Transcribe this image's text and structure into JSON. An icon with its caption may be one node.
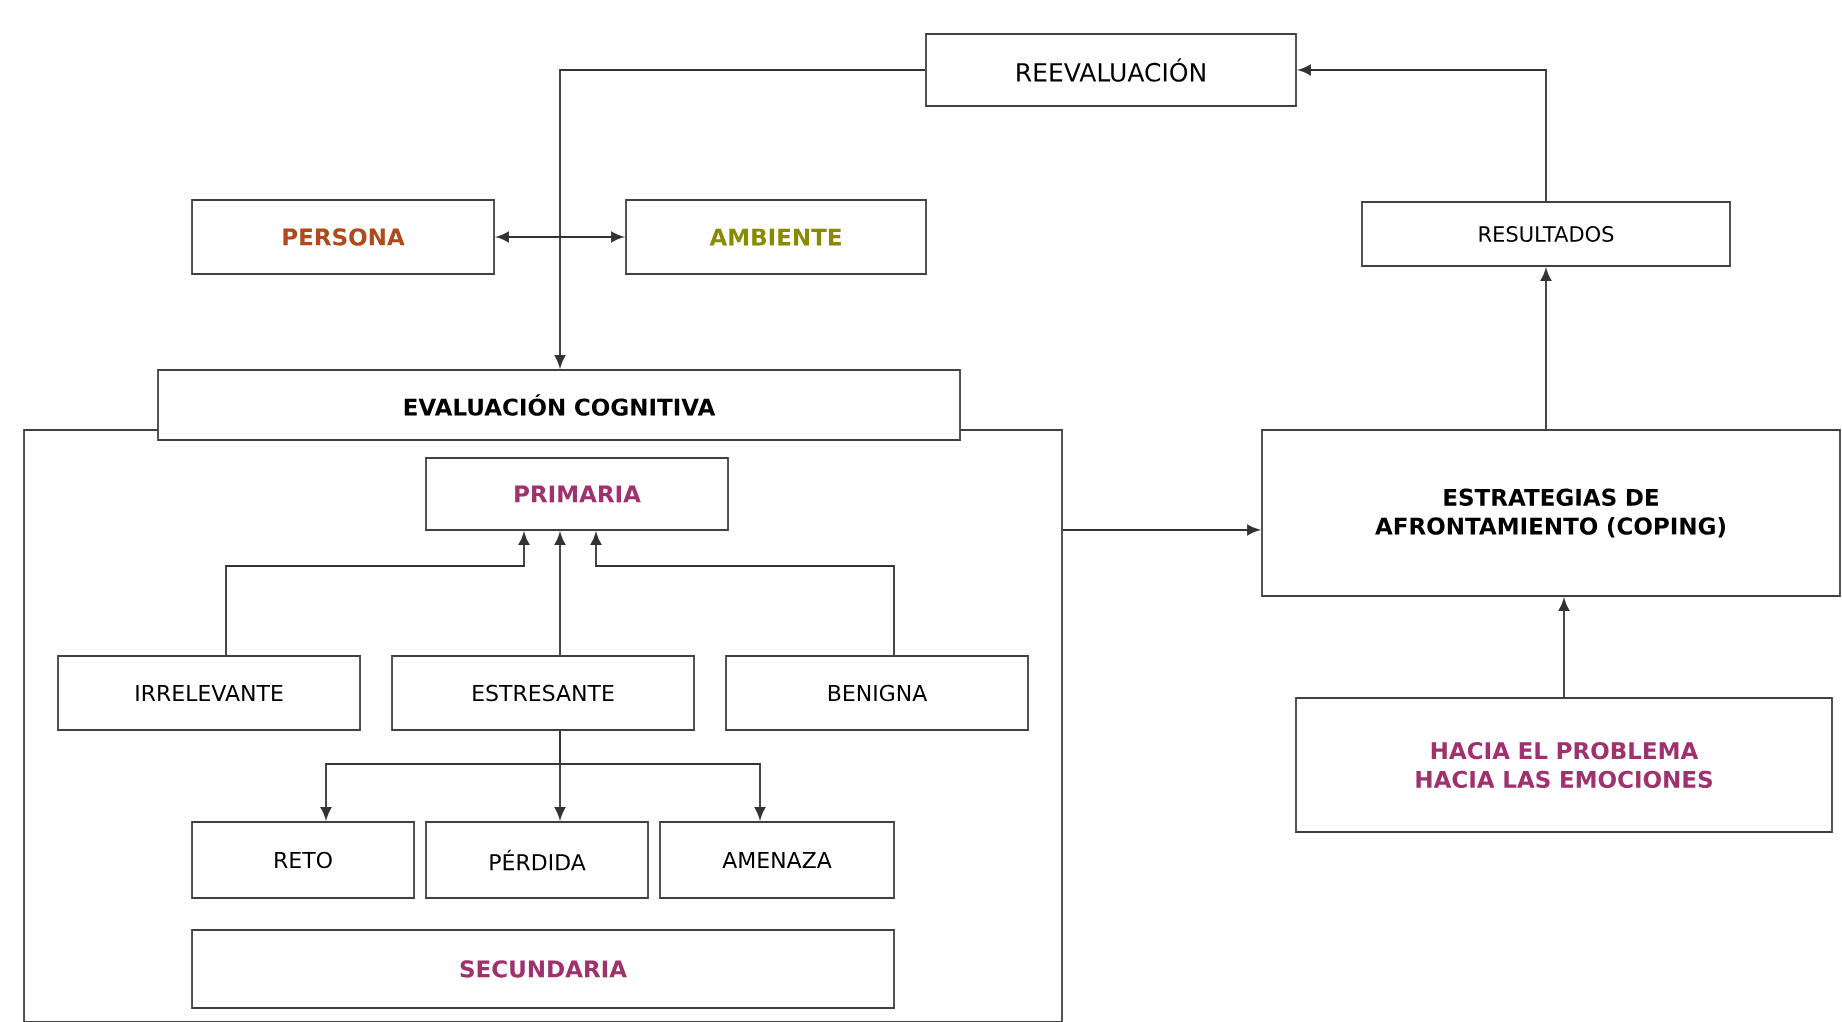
{
  "diagram": {
    "nodes": [
      {
        "text": [
          "REEVALUACIÓN"
        ]
      },
      {
        "text": [
          "PERSONA"
        ]
      },
      {
        "text": [
          "AMBIENTE"
        ]
      },
      {
        "text": [
          "RESULTADOS"
        ]
      },
      {
        "text": [
          "EVALUACIÓN COGNITIVA"
        ]
      },
      {
        "text": [],
        "shape": "box"
      },
      {
        "text": [
          "PRIMARIA"
        ],
        "in": 5
      },
      {
        "text": [
          "ESTRATEGIAS DE AFRONTAMIENTO (COPING)"
        ]
      },
      {
        "text": [
          "IRRELEVANTE"
        ],
        "in": 5
      },
      {
        "text": [
          "ESTRESANTE"
        ],
        "in": 5
      },
      {
        "text": [
          "BENIGNA"
        ],
        "in": 5
      },
      {
        "text": [
          "HACIA EL PROBLEMA",
          "HACIA LAS EMOCIONES"
        ]
      },
      {
        "text": [
          "RETO"
        ],
        "in": 5
      },
      {
        "text": [
          "PÉRDIDA"
        ],
        "in": 5
      },
      {
        "text": [
          "AMENAZA"
        ],
        "in": 5
      },
      {
        "text": [
          "SECUNDARIA"
        ],
        "in": 5
      }
    ],
    "edges": [
      {
        "from": 0,
        "to": 4,
        "arrow": "to"
      },
      {
        "from": 1,
        "to": 2,
        "arrow": "both"
      },
      {
        "from": 3,
        "to": 0,
        "arrow": "to"
      },
      {
        "from": 7,
        "to": 3,
        "arrow": "to"
      },
      {
        "from": 5,
        "to": 7,
        "arrow": "to"
      },
      {
        "from": 11,
        "to": 7,
        "arrow": "to"
      },
      {
        "from": 8,
        "to": 6,
        "arrow": "to"
      },
      {
        "from": 9,
        "to": 6,
        "arrow": "to"
      },
      {
        "from": 10,
        "to": 6,
        "arrow": "to"
      },
      {
        "from": 9,
        "to": 12,
        "arrow": "to"
      },
      {
        "from": 9,
        "to": 13,
        "arrow": "to"
      },
      {
        "from": 9,
        "to": 14,
        "arrow": "to"
      }
    ]
  }
}
